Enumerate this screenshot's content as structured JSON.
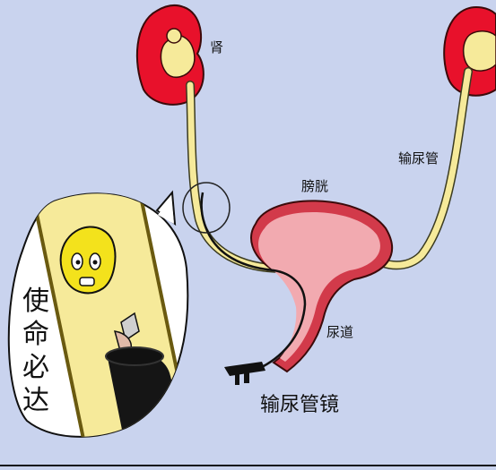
{
  "labels": {
    "kidney": "肾",
    "ureter": "输尿管",
    "bladder": "膀胱",
    "urethra": "尿道",
    "ureteroscope": "输尿管镜"
  },
  "speech_bubble": {
    "lines": [
      "使",
      "命",
      "必",
      "达"
    ]
  },
  "colors": {
    "background": "#c9d3ee",
    "kidney": "#e8112b",
    "urine_tube": "#f6ea9a",
    "bladder_wall": "#d23a4a",
    "bladder_inner": "#f2aab0",
    "scope": "#111111"
  },
  "icons": [
    "kidney-left-icon",
    "kidney-right-icon",
    "bladder-icon",
    "ureteroscope-icon",
    "stone-character-icon"
  ]
}
